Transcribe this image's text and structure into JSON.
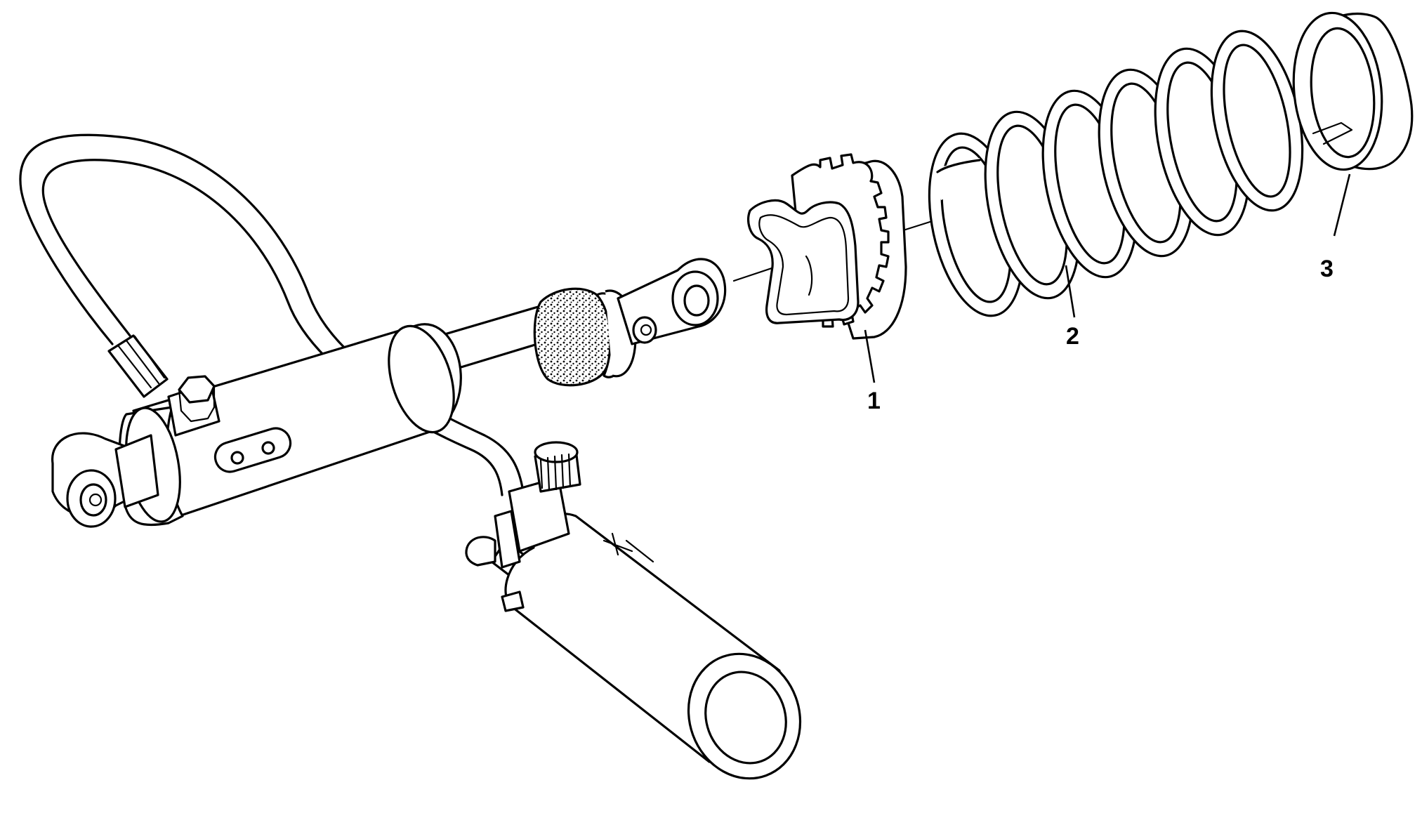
{
  "callouts": [
    {
      "label": "1",
      "name": "spring-seat"
    },
    {
      "label": "2",
      "name": "coil-spring"
    },
    {
      "label": "3",
      "name": "spring-cup"
    }
  ]
}
